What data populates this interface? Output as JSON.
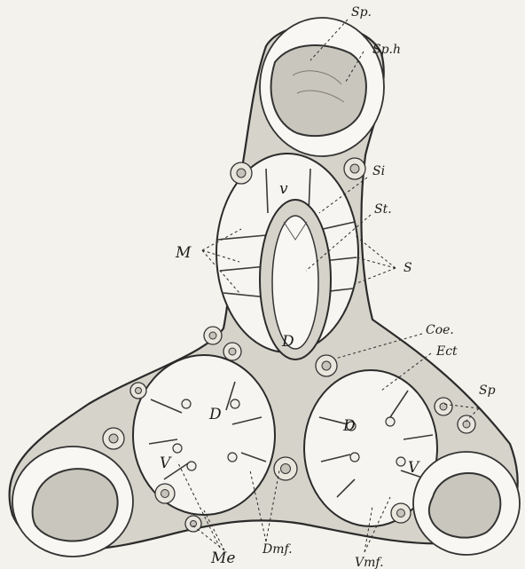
{
  "figure": {
    "labels": {
      "sp_top": "Sp.",
      "sph": "Sp.h",
      "v_top": "v",
      "si": "Si",
      "st": "St.",
      "m": "M",
      "s": "S",
      "d_top": "D",
      "coe": "Coe.",
      "ect": "Ect",
      "sp_right": "Sp",
      "d_left": "D",
      "d_right": "D",
      "v_left": "V",
      "v_right": "V",
      "dmf": "Dmf.",
      "vmf": "Vmf.",
      "me": "Me"
    }
  }
}
